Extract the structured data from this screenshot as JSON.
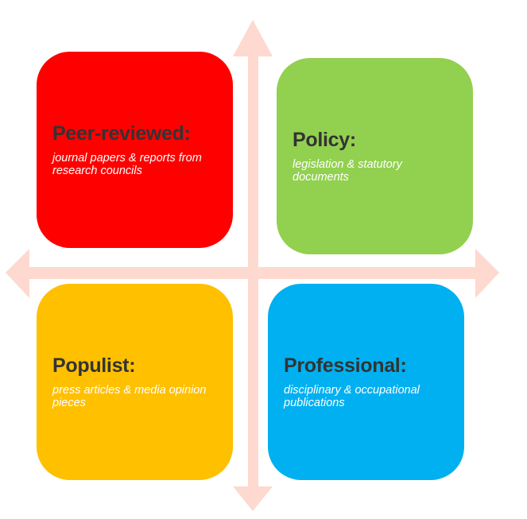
{
  "colors": {
    "arrow": "#fdd9cf",
    "peer": "#ff0000",
    "policy": "#92d050",
    "populist": "#ffc000",
    "professional": "#00b0f0"
  },
  "quadrants": [
    {
      "title": "Peer-reviewed:",
      "description": "journal papers & reports from research councils"
    },
    {
      "title": "Policy:",
      "description": "legislation & statutory documents"
    },
    {
      "title": "Populist:",
      "description": "press articles & media opinion pieces"
    },
    {
      "title": "Professional:",
      "description": "disciplinary & occupational publications"
    }
  ]
}
